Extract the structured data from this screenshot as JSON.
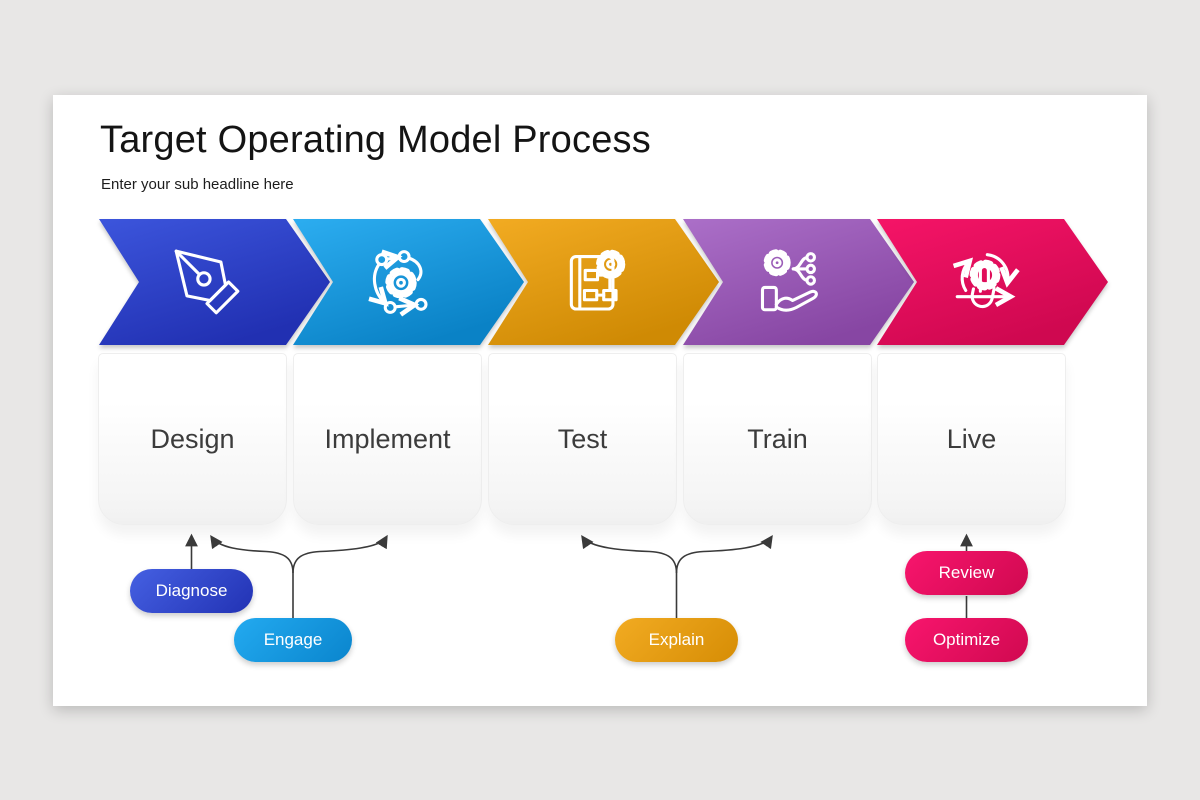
{
  "slide": {
    "title": "Target Operating Model Process",
    "subtitle": "Enter your sub headline here"
  },
  "stages": [
    {
      "label": "Design",
      "icon": "pen-tool-icon",
      "color_start": "#3c55dc",
      "color_end": "#2130b2"
    },
    {
      "label": "Implement",
      "icon": "process-gear-flow-icon",
      "color_start": "#2cadf0",
      "color_end": "#0a82c6"
    },
    {
      "label": "Test",
      "icon": "blueprint-gear-icon",
      "color_start": "#f2ab22",
      "color_end": "#cf8a04"
    },
    {
      "label": "Train",
      "icon": "hand-gear-share-icon",
      "color_start": "#ab6fc8",
      "color_end": "#8746a3"
    },
    {
      "label": "Live",
      "icon": "gear-touch-cycle-icon",
      "color_start": "#f51467",
      "color_end": "#cf0850"
    }
  ],
  "callouts": [
    {
      "label": "Diagnose",
      "color": "#2f45cc",
      "connects_to": "Design"
    },
    {
      "label": "Engage",
      "color": "#149ce4",
      "connects_to": "Design, Implement"
    },
    {
      "label": "Explain",
      "color": "#e39b13",
      "connects_to": "Test, Train"
    },
    {
      "label": "Review",
      "color": "#e60f5f",
      "connects_to": "Live"
    },
    {
      "label": "Optimize",
      "color": "#e60f5f",
      "connects_to": "Review"
    }
  ]
}
